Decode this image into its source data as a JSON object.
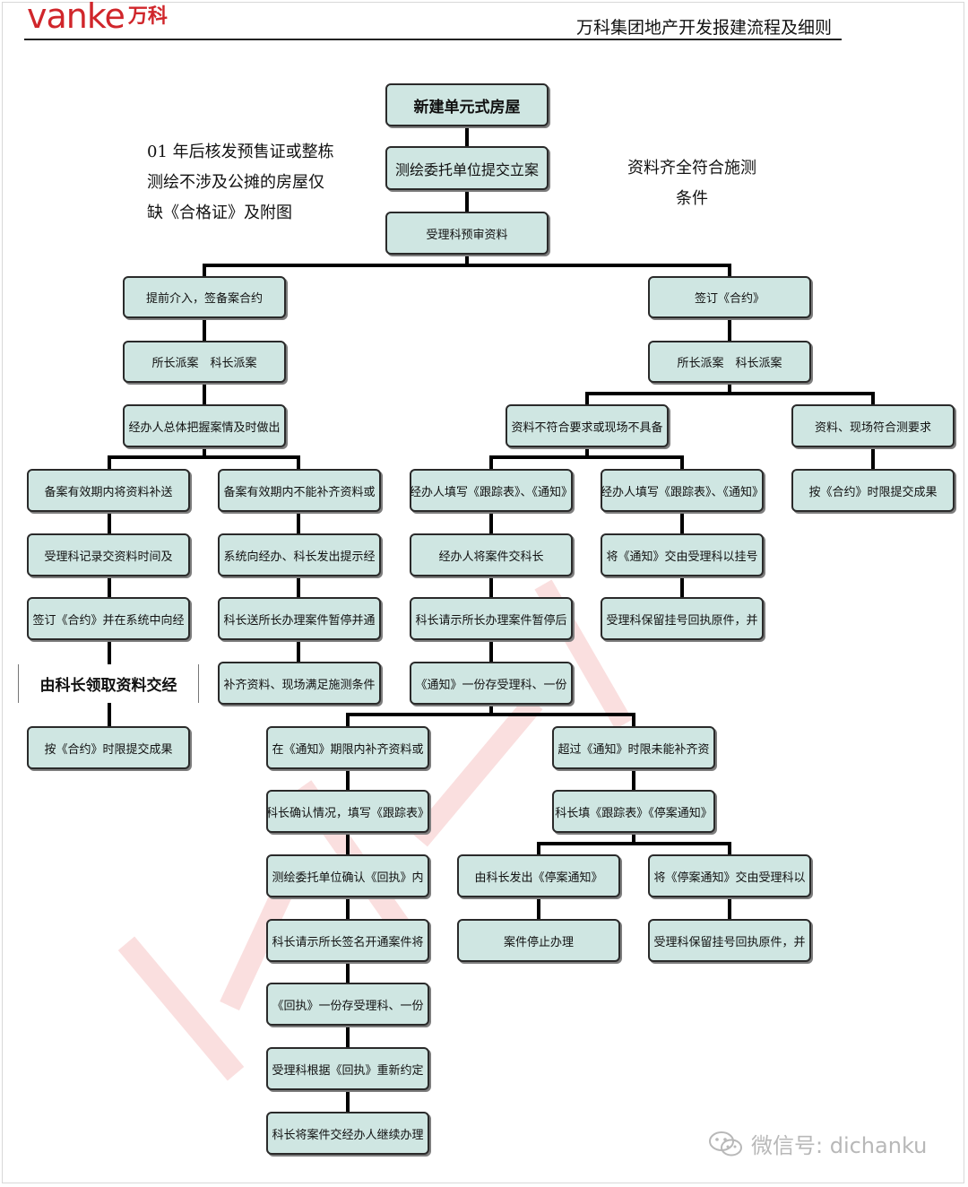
{
  "header": {
    "logo_en": "vanke",
    "logo_cn": "万科",
    "title": "万科集团地产开发报建流程及细则"
  },
  "notes": {
    "left": [
      "01 年后核发预售证或整栋",
      "测绘不涉及公摊的房屋仅",
      "缺《合格证》及附图"
    ],
    "right": [
      "资料齐全符合施测",
      "条件"
    ]
  },
  "flow": {
    "n1": "新建单元式房屋",
    "n2": "测绘委托单位提交立案",
    "n3": "受理科预审资料",
    "L1": "提前介入，签备案合约",
    "L2": "所长派案　科长派案",
    "L3": "经办人总体把握案情及时做出",
    "LA1": "备案有效期内将资料补送",
    "LA2": "受理科记录交资料时间及",
    "LA3": "签订《合约》并在系统中向经",
    "LA4": "由科长领取资料交经",
    "LA5": "按《合约》时限提交成果",
    "LB1": "备案有效期内不能补齐资料或",
    "LB2": "系统向经办、科长发出提示经",
    "LB3": "科长送所长办理案件暂停并通",
    "LB4": "补齐资料、现场满足施测条件",
    "R1": "签订《合约》",
    "R2": "所长派案　科长派案",
    "RA": "资料不符合要求或现场不具备",
    "RB": "资料、现场符合测要求",
    "RB2": "按《合约》时限提交成果",
    "M1": "经办人填写《跟踪表》、《通知》",
    "M2": "经办人将案件交科长",
    "M3": "科长请示所长办理案件暂停后",
    "M4": "《通知》一份存受理科、一份",
    "N1": "经办人填写《跟踪表》、《通知》",
    "N2": "将《通知》交由受理科以挂号",
    "N3": "受理科保留挂号回执原件，并",
    "P1": "在《通知》期限内补齐资料或",
    "P2": "科长确认情况，填写《跟踪表》",
    "P3": "测绘委托单位确认《回执》内",
    "P4": "科长请示所长签名开通案件将",
    "P5": "《回执》一份存受理科、一份",
    "P6": "受理科根据《回执》重新约定",
    "P7": "科长将案件交经办人继续办理",
    "Q1": "超过《通知》时限未能补齐资",
    "Q2": "科长填《跟踪表》《停案通知》",
    "QA1": "由科长发出《停案通知》",
    "QA2": "案件停止办理",
    "QB1": "将《停案通知》交由受理科以",
    "QB2": "受理科保留挂号回执原件，并"
  },
  "footer": {
    "wechat": "微信号: dichanku",
    "icon": "wechat-icon"
  },
  "colors": {
    "node_fill": "#cfe6e2",
    "brand_red": "#d0262b",
    "watermark": "#e45050"
  }
}
